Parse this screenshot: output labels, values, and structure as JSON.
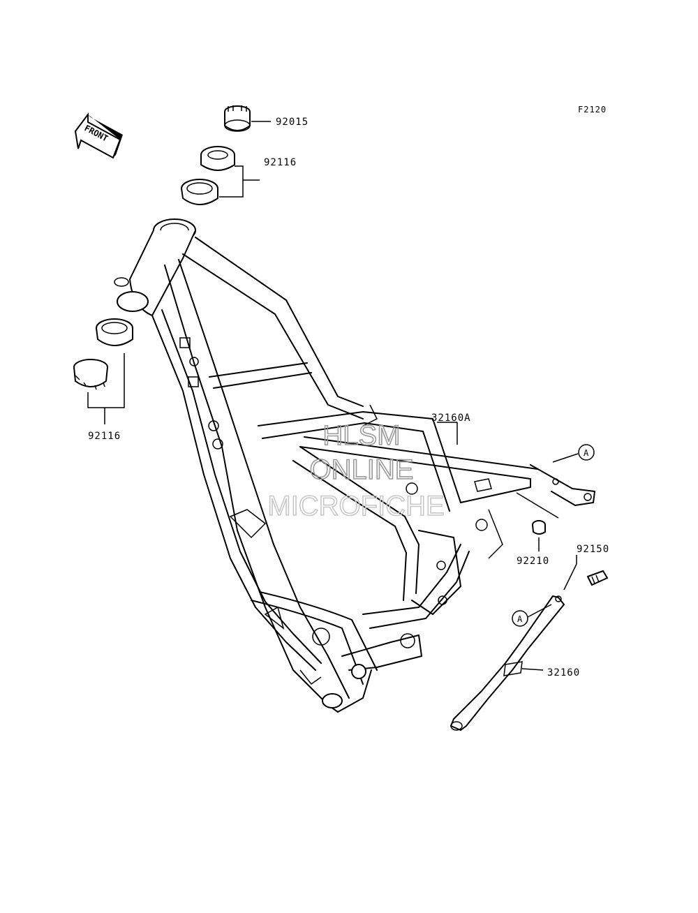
{
  "diagram_code": "F2120",
  "front_arrow": {
    "label": "FRONT",
    "icon": "front-direction-arrow-icon"
  },
  "parts": {
    "p92015": "92015",
    "p92116_upper": "92116",
    "p92116_lower": "92116",
    "p32160A": "32160A",
    "p92210": "92210",
    "p92150": "92150",
    "p32160": "32160"
  },
  "reference_marks": {
    "a_upper": "A",
    "a_lower": "A"
  },
  "watermark": {
    "line1": "HLSM",
    "line2": "ONLINE",
    "line3": "MICROFICHE"
  }
}
